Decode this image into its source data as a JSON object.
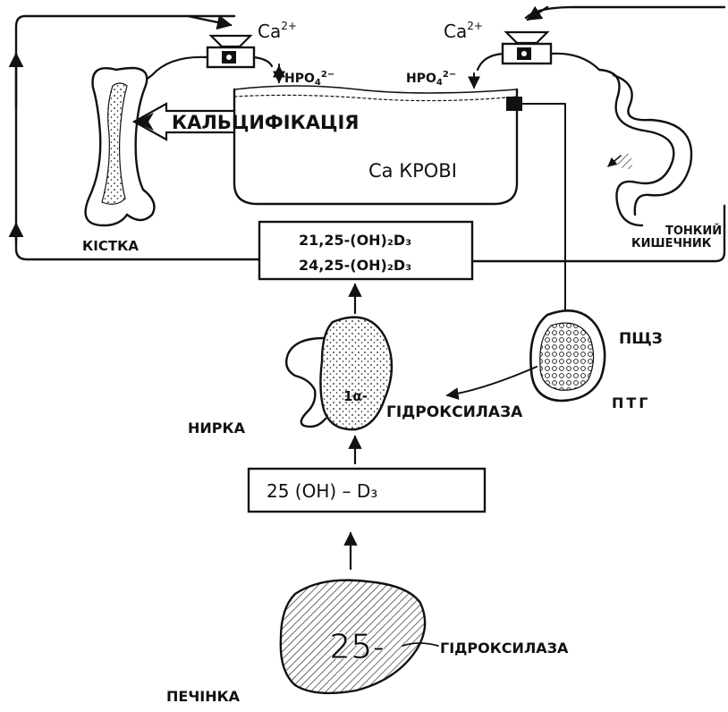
{
  "colors": {
    "ink": "#111111",
    "paper": "#ffffff"
  },
  "labels": {
    "ca_left": "Ca",
    "ca_left_sup": "2+",
    "ca_right": "Ca",
    "ca_right_sup": "2+",
    "hpo4_left": "HPO",
    "hpo4_left_sub": "4",
    "hpo4_left_sup": "2−",
    "hpo4_right": "HPO",
    "hpo4_right_sub": "4",
    "hpo4_right_sup": "2−",
    "calcification": "КАЛЬЦИФІКАЦІЯ",
    "ca_blood": "Ca  КРОВІ",
    "bone": "КІСТКА",
    "small_intestine_line1": "ТОНКИЙ",
    "small_intestine_line2": "КИШЕЧНИК",
    "metabolite_1": "21,25-(OH)₂D₃",
    "metabolite_2": "24,25-(OH)₂D₃",
    "kidney": "НИРКА",
    "kidney_enzyme_mark": "1α-",
    "kidney_enzyme": "ГІДРОКСИЛАЗА",
    "parathyroid": "ПЩЗ",
    "pth": "ПТГ",
    "precursor": "25 (OH) – D₃",
    "liver_enzyme_mark": "25-",
    "liver_enzyme": "ГІДРОКСИЛАЗА",
    "liver": "ПЕЧІНКА"
  },
  "icons": {
    "transporter_left": "transporter-icon",
    "transporter_right": "transporter-icon",
    "bone": "bone-icon",
    "intestine": "intestine-icon",
    "kidney": "kidney-icon",
    "parathyroid": "parathyroid-gland-icon",
    "liver": "liver-icon"
  }
}
